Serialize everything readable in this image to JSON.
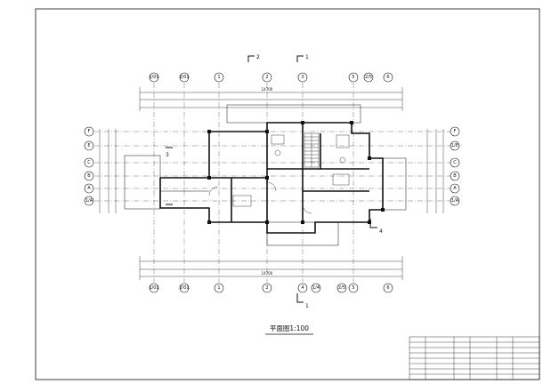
{
  "drawing": {
    "title": "平面图1:100",
    "sections": {
      "top_left": "2",
      "top_right": "1",
      "bottom": "1"
    },
    "grid_top": [
      "1/01",
      "2/01",
      "1",
      "2",
      "3",
      "5",
      "2/5",
      "6"
    ],
    "grid_bottom": [
      "1/01",
      "2/01",
      "1",
      "2",
      "4",
      "1/4",
      "2/5",
      "5",
      "6"
    ],
    "grid_left": [
      "F",
      "E",
      "C",
      "B",
      "A",
      "1/A"
    ],
    "grid_right": [
      "F",
      "1/E",
      "C",
      "B",
      "A",
      "1/A"
    ],
    "legible_dimensions": {
      "top_overall": "14700",
      "bottom_overall": "14700"
    },
    "section_marks": {
      "left": "3",
      "right": "4"
    }
  },
  "colors": {
    "line": "#111111",
    "paper": "#ffffff"
  }
}
